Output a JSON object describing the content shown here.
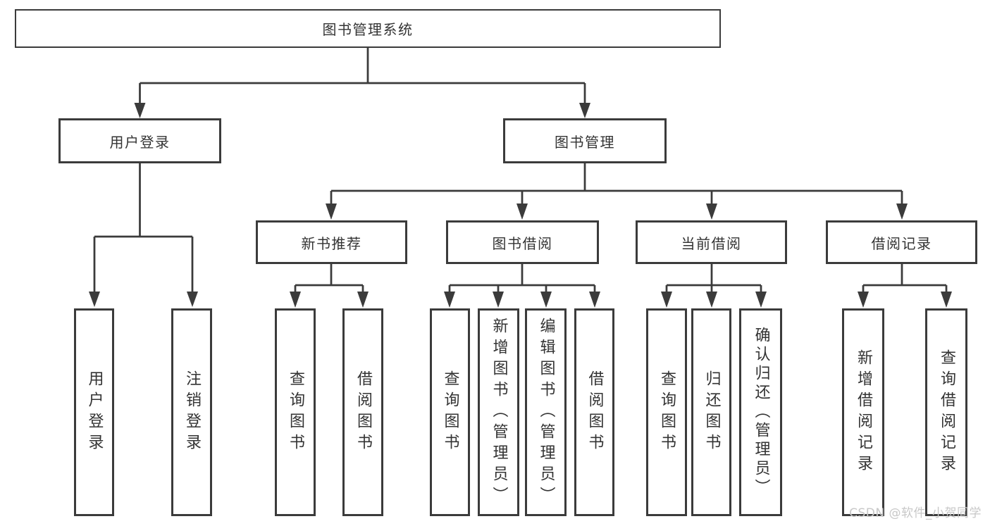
{
  "diagram": {
    "root": {
      "label": "图书管理系统"
    },
    "branches": [
      {
        "label": "用户登录",
        "children": [
          {
            "label": "用户登录"
          },
          {
            "label": "注销登录"
          }
        ]
      },
      {
        "label": "图书管理",
        "children": [
          {
            "label": "新书推荐",
            "children": [
              {
                "label": "查询图书"
              },
              {
                "label": "借阅图书"
              }
            ]
          },
          {
            "label": "图书借阅",
            "children": [
              {
                "label": "查询图书"
              },
              {
                "label": "新增图书（管理员）"
              },
              {
                "label": "编辑图书（管理员）"
              },
              {
                "label": "借阅图书"
              }
            ]
          },
          {
            "label": "当前借阅",
            "children": [
              {
                "label": "查询图书"
              },
              {
                "label": "归还图书"
              },
              {
                "label": "确认归还（管理员）"
              }
            ]
          },
          {
            "label": "借阅记录",
            "children": [
              {
                "label": "新增借阅记录"
              },
              {
                "label": "查询借阅记录"
              }
            ]
          }
        ]
      }
    ],
    "watermark": "CSDN @软件_小贺同学",
    "colors": {
      "line": "#3b3b3b",
      "box_border": "#3b3b3b",
      "text": "#333333",
      "watermark": "#c8c8c8",
      "background": "#ffffff"
    }
  }
}
